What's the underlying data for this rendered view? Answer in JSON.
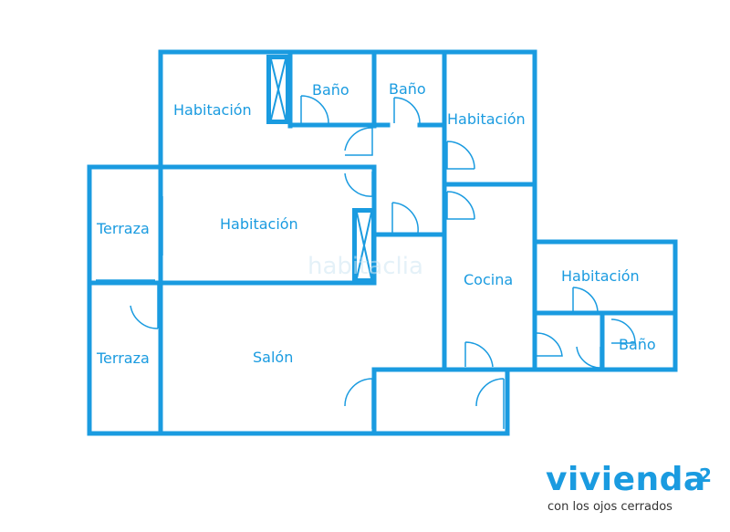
{
  "rooms": {
    "habitacion_top_left": "Habitación",
    "bano_top_1": "Baño",
    "bano_top_2": "Baño",
    "habitacion_top_right": "Habitación",
    "terraza_upper": "Terraza",
    "habitacion_middle": "Habitación",
    "cocina": "Cocina",
    "habitacion_right": "Habitación",
    "terraza_lower": "Terraza",
    "salon": "Salón",
    "bano_right": "Baño"
  },
  "watermark": "habitaclia",
  "brand": {
    "name": "vivienda",
    "superscript": "2",
    "tagline": "con los ojos cerrados"
  },
  "colors": {
    "wall": "#1a9be0",
    "text": "#1a9be0",
    "tagline": "#333333"
  }
}
